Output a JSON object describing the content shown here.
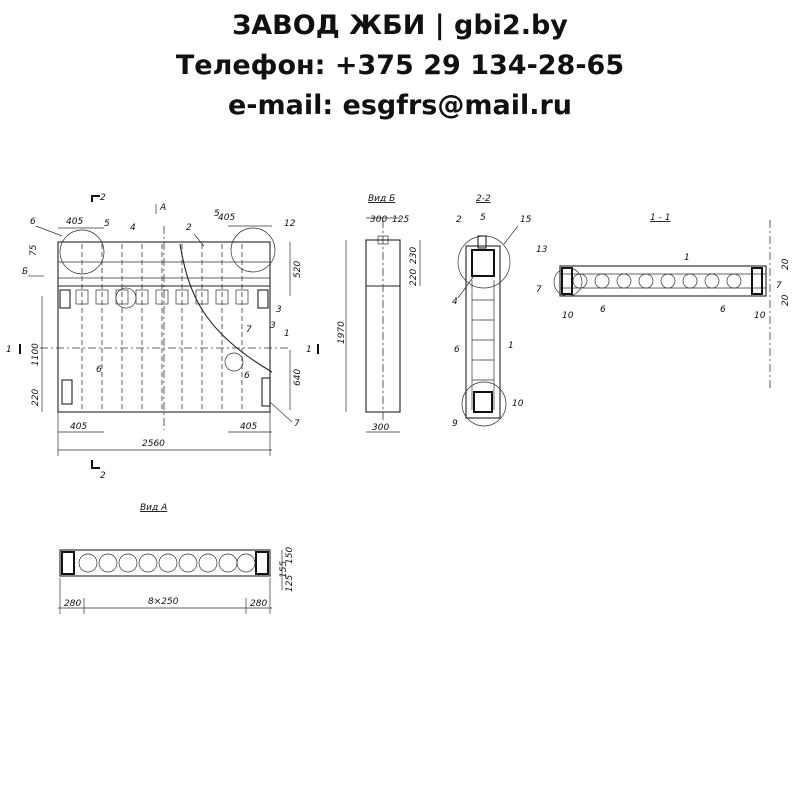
{
  "header": {
    "line1": "ЗАВОД ЖБИ | gbi2.by",
    "line2": "Телефон: +375 29 134-28-65",
    "line3": "e-mail: esgfrs@mail.ru"
  },
  "front_view": {
    "dims": {
      "top_left": "405",
      "top_right": "405",
      "bottom_left": "405",
      "bottom_right": "405",
      "total_width": "2560",
      "height_1100": "1100",
      "left_220": "220",
      "left_75": "75",
      "right_520": "520",
      "right_640": "640"
    },
    "marks": {
      "m1": "1",
      "m2": "2",
      "m3": "3",
      "m4": "4",
      "m5": "5",
      "m6": "6",
      "m7": "7",
      "m12": "12",
      "sectA": "А",
      "sectB": "Б",
      "sec2_top": "2",
      "sec2_bot": "2",
      "sec1_left": "1",
      "sec1_right": "1"
    }
  },
  "view_b": {
    "title": "Вид Б",
    "dims": {
      "w300": "300",
      "w125": "125",
      "h230": "230",
      "h220": "220",
      "h1970": "1970",
      "bottom300": "300"
    }
  },
  "section_22": {
    "title": "2-2",
    "marks": {
      "m2": "2",
      "m5": "5",
      "m15": "15",
      "m4": "4",
      "m6": "6",
      "m1": "1",
      "m9": "9",
      "m10": "10"
    }
  },
  "section_11": {
    "title": "1 - 1",
    "marks": {
      "m13": "13",
      "m1": "1",
      "m7l": "7",
      "m7r": "7",
      "m6l": "6",
      "m6r": "6",
      "m10l": "10",
      "m10r": "10",
      "m20a": "20",
      "m20b": "20"
    }
  },
  "view_a": {
    "title": "Вид А",
    "dims": {
      "left": "280",
      "middle": "8×250",
      "right": "280",
      "h1": "150",
      "h2": "155",
      "h3": "125"
    }
  }
}
